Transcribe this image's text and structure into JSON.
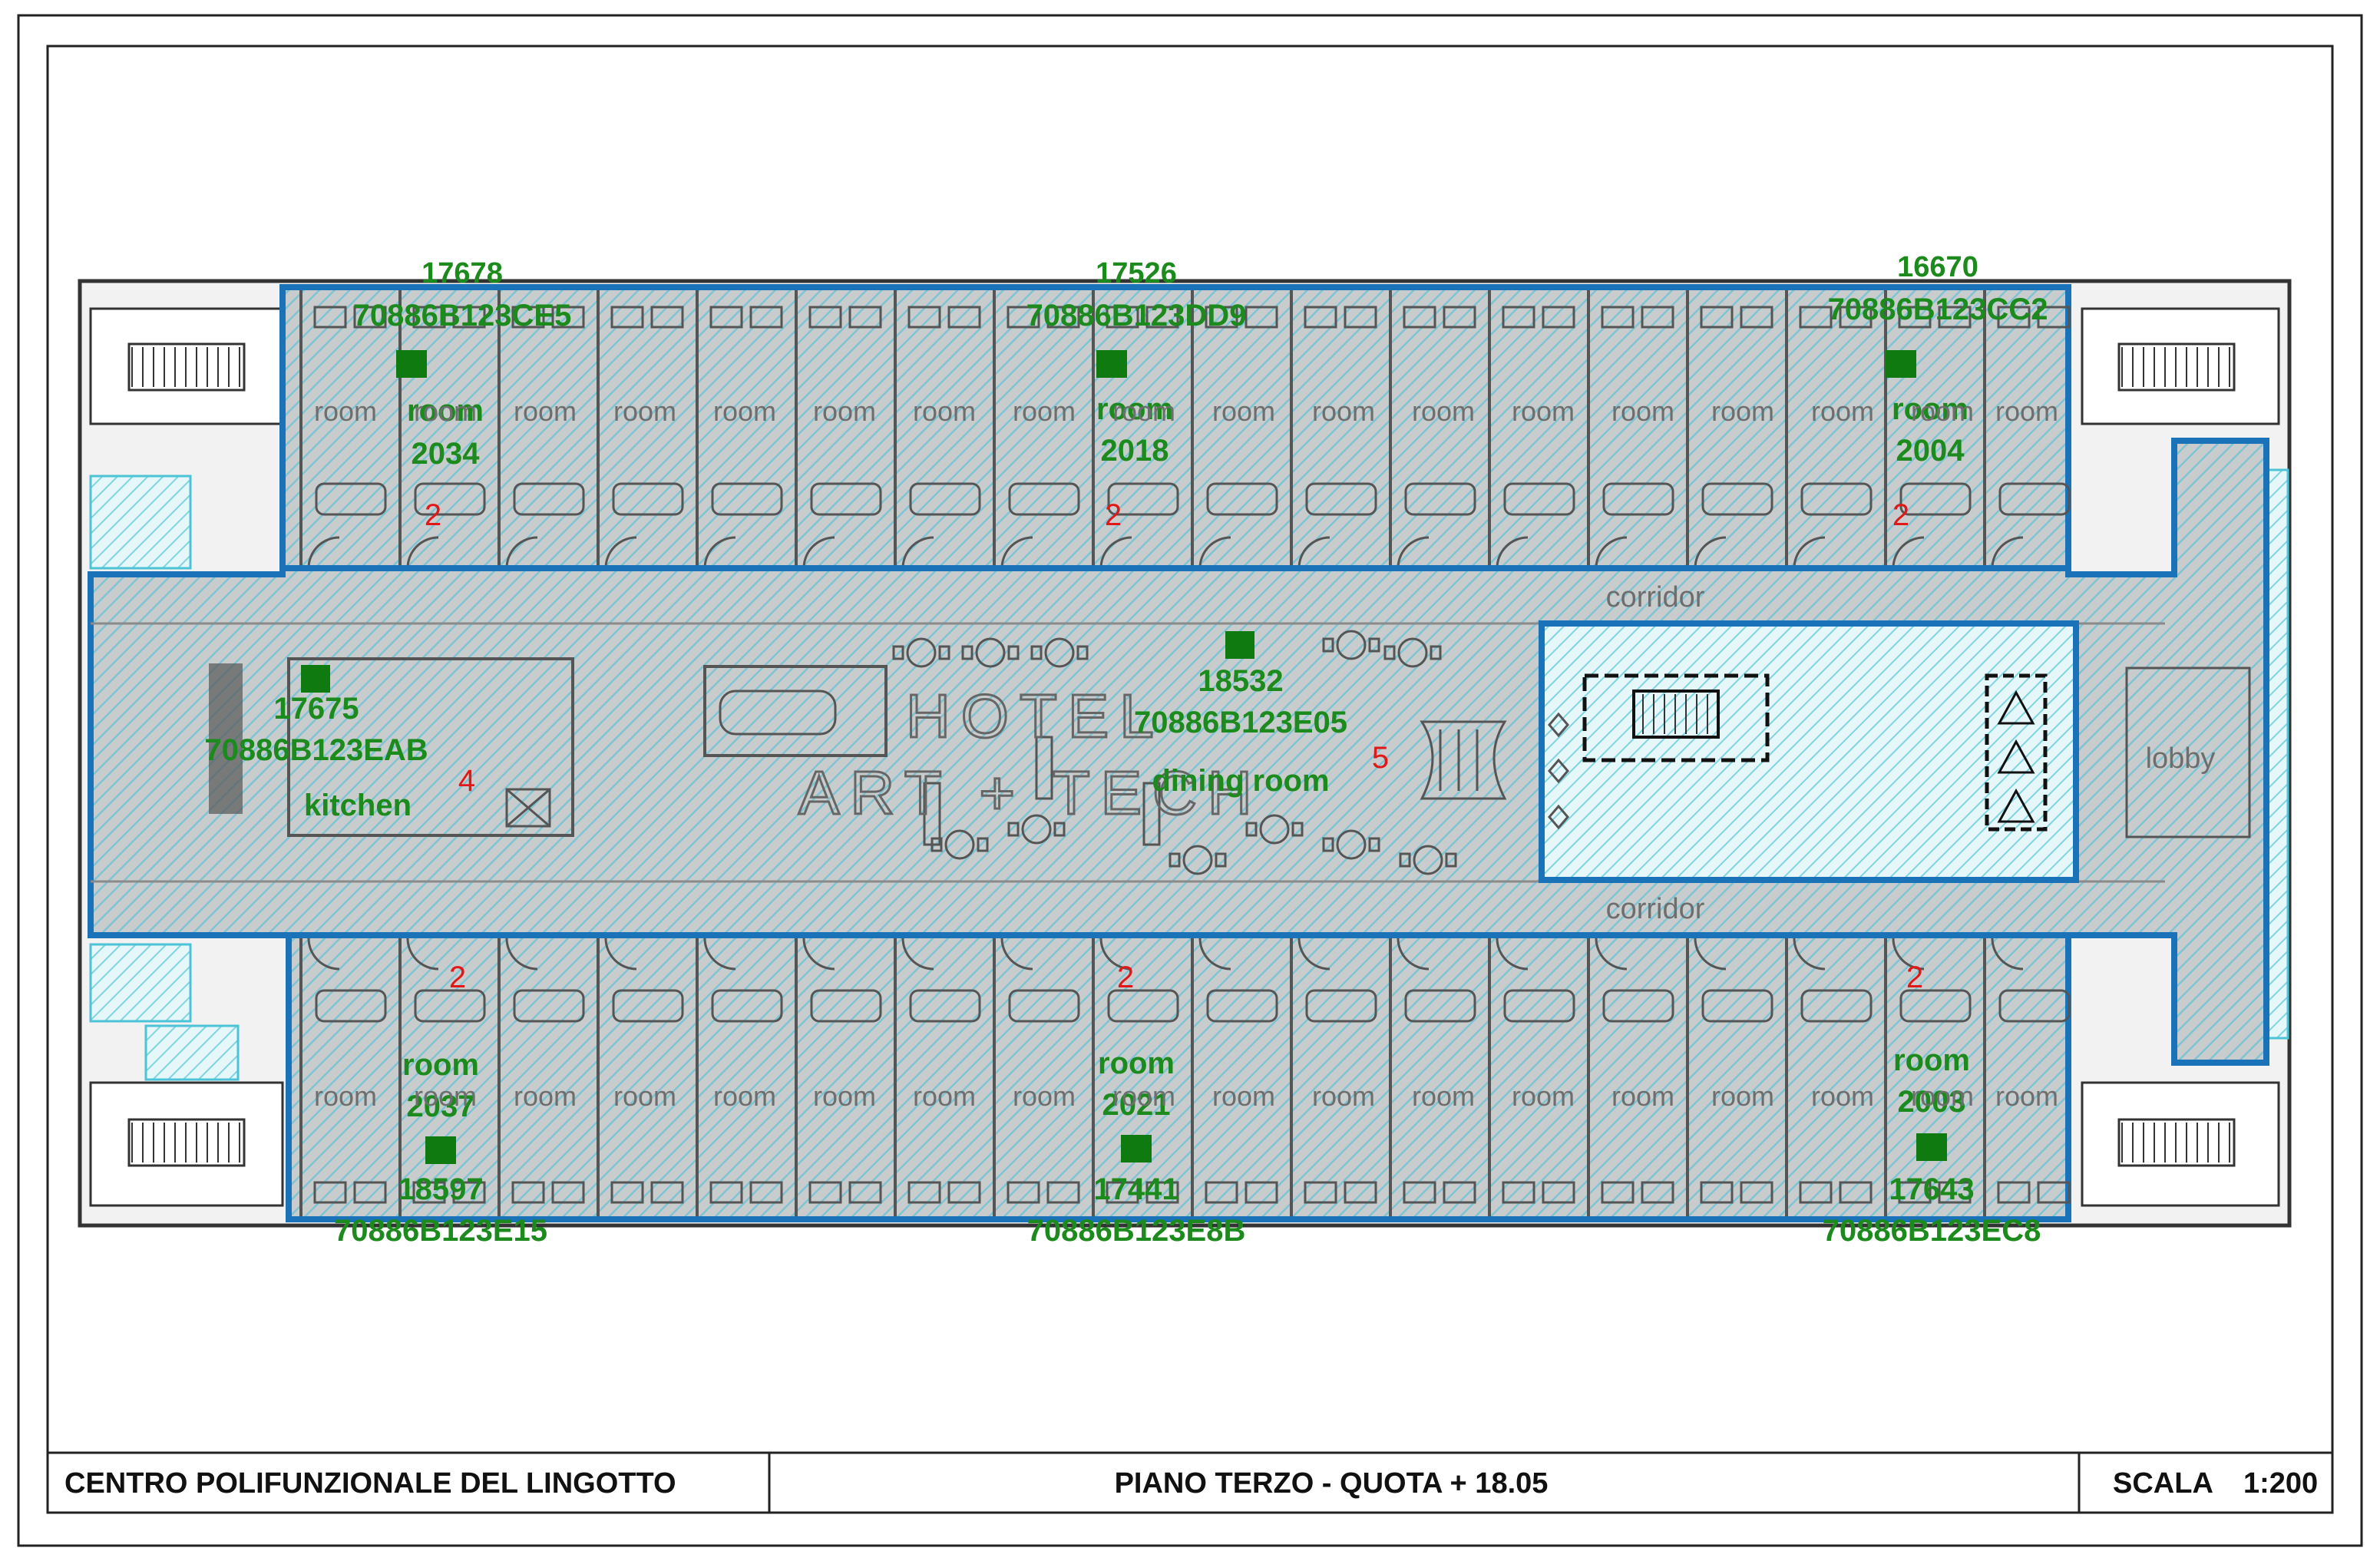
{
  "title_block": {
    "project": "CENTRO POLIFUNZIONALE DEL LINGOTTO",
    "floor": "PIANO TERZO - QUOTA + 18.05",
    "scale_label": "SCALA",
    "scale_value": "1:200"
  },
  "colors": {
    "zone_border": "#1a73b8",
    "hatch": "#7fc4d4",
    "fill_gray": "#c9cccc",
    "sensor_green": "#0f7a0f",
    "label_green": "#1d8a1d",
    "zone_red": "#e01818",
    "room_gray": "#6e6e6e"
  },
  "sensor_icon": "green-square-marker",
  "rooms": [
    {
      "code": "17678",
      "device": "70886B123CE5",
      "name": "room",
      "number": "2034",
      "zone": "2"
    },
    {
      "code": "17526",
      "device": "70886B123DD9",
      "name": "room",
      "number": "2018",
      "zone": "2"
    },
    {
      "code": "16670",
      "device": "70886B123CC2",
      "name": "room",
      "number": "2004",
      "zone": "2"
    },
    {
      "code": "18597",
      "device": "70886B123E15",
      "name": "room",
      "number": "2037",
      "zone": "2"
    },
    {
      "code": "17441",
      "device": "70886B123E8B",
      "name": "room",
      "number": "2021",
      "zone": "2"
    },
    {
      "code": "17643",
      "device": "70886B123EC8",
      "name": "room",
      "number": "2003",
      "zone": "2"
    }
  ],
  "kitchen": {
    "code": "17675",
    "device": "70886B123EAB",
    "name": "kitchen",
    "zone": "4"
  },
  "dining": {
    "code": "18532",
    "device": "70886B123E05",
    "name": "dining room",
    "zone": "5"
  },
  "corridor_label": "corridor",
  "lobby_label": "lobby",
  "small_room_label": "room",
  "art_text": [
    "HOTEL",
    "ART + TECH"
  ]
}
